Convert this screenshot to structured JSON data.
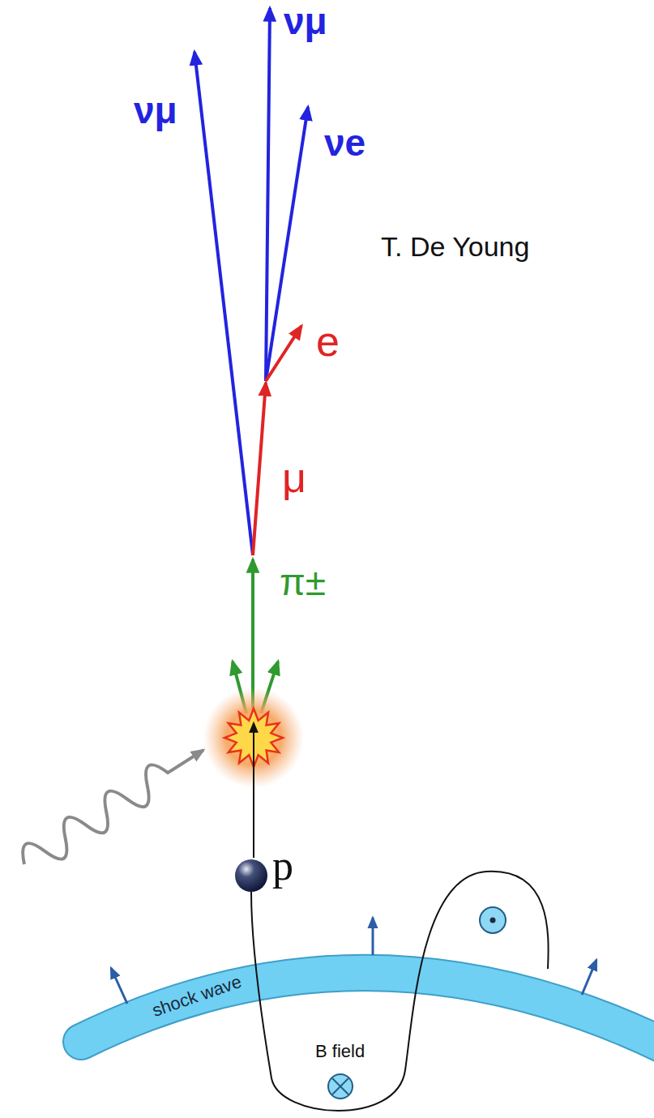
{
  "diagram": {
    "nodes": [
      {
        "text": [
          "shock wave"
        ]
      }
    ],
    "labels": [
      "νμ",
      "νμ",
      "νe",
      "T. De Young",
      "e",
      "μ",
      "π±",
      "p",
      "B field"
    ]
  }
}
